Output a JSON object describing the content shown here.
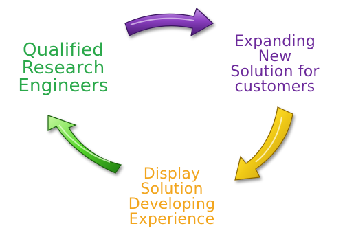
{
  "colors": {
    "green": "#2aa84a",
    "purple": "#6c2a9b",
    "orange": "#f2a51d"
  },
  "cycle": {
    "node_top_left": {
      "lines": [
        "Qualified",
        "Research",
        "Engineers"
      ],
      "color": "#2aa84a"
    },
    "node_top_right": {
      "lines": [
        "Expanding",
        "New",
        "Solution for",
        "customers"
      ],
      "color": "#6c2a9b"
    },
    "node_bottom": {
      "lines": [
        "Display",
        "Solution",
        "Developing",
        "Experience"
      ],
      "color": "#f2a51d"
    },
    "arrows": [
      {
        "name": "purple-arrow",
        "color": "purple"
      },
      {
        "name": "yellow-arrow",
        "color": "yellow"
      },
      {
        "name": "green-arrow",
        "color": "green"
      }
    ]
  }
}
